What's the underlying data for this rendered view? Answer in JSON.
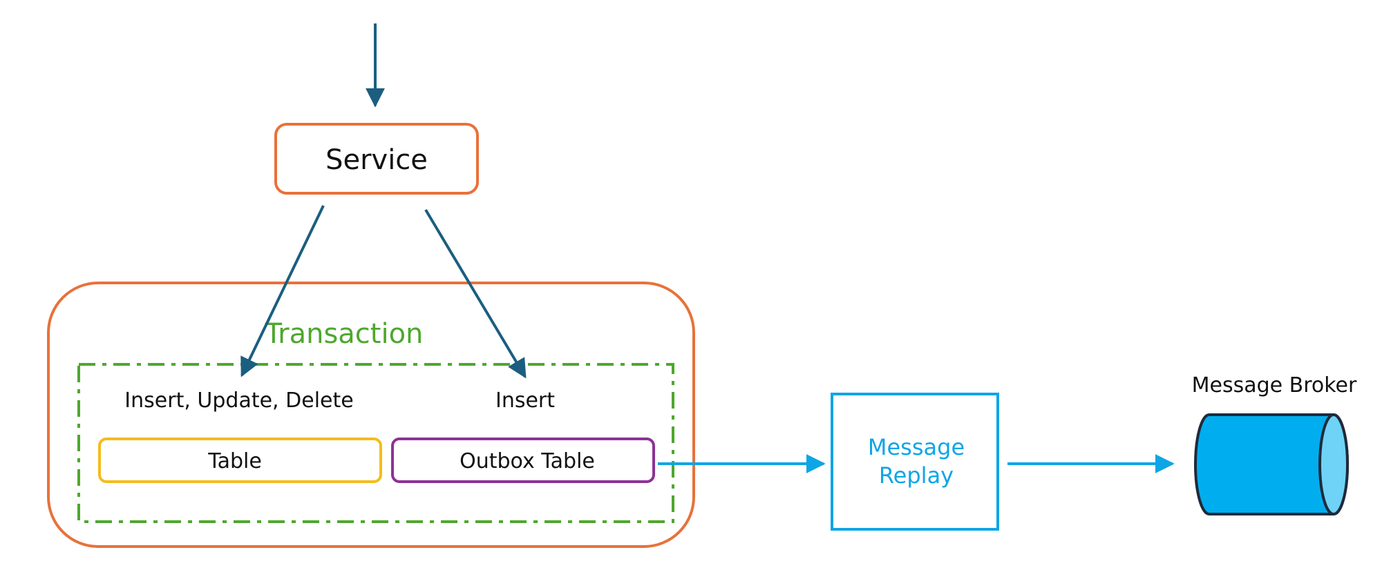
{
  "labels": {
    "service": "Service",
    "transaction": "Transaction",
    "crud": "Insert, Update, Delete",
    "insert": "Insert",
    "table": "Table",
    "outbox_table": "Outbox Table",
    "message_replay_line1": "Message",
    "message_replay_line2": "Replay",
    "message_broker": "Message Broker"
  },
  "colors": {
    "service_border": "#E8713A",
    "transaction_container_border": "#E8713A",
    "transaction_boundary": "#4EA72E",
    "transaction_text": "#4EA72E",
    "table_border": "#F5BC1A",
    "outbox_table_border": "#8E3196",
    "service_arrows": "#1B5E80",
    "replay_color": "#0EA5E6",
    "broker_fill": "#00AEEF",
    "broker_end_fill": "#6ED3F7",
    "broker_outline": "#1F2A3A",
    "text": "#111111"
  },
  "icons": {
    "message_broker": "cylinder-queue-icon"
  }
}
